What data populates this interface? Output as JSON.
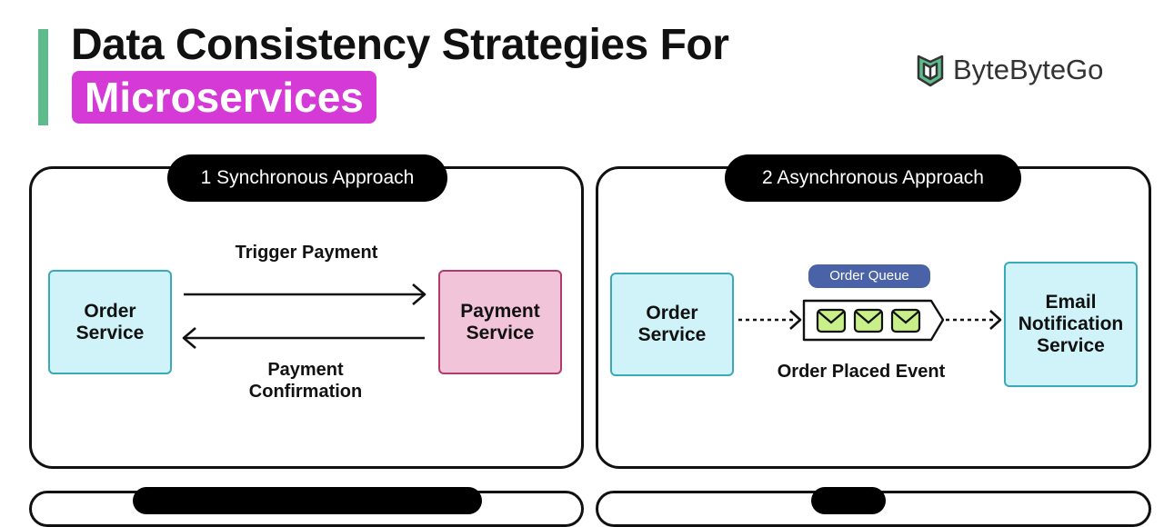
{
  "header": {
    "title_line1": "Data Consistency Strategies For",
    "title_highlight": "Microservices",
    "logo_text": "ByteByteGo"
  },
  "panels": {
    "sync": {
      "title": "1 Synchronous Approach",
      "order_service": [
        "Order",
        "Service"
      ],
      "payment_service": [
        "Payment",
        "Service"
      ],
      "arrow_top_label": "Trigger Payment",
      "arrow_bottom_label": [
        "Payment",
        "Confirmation"
      ]
    },
    "async": {
      "title": "2 Asynchronous Approach",
      "order_service": [
        "Order",
        "Service"
      ],
      "queue_tag": "Order Queue",
      "event_label": "Order Placed Event",
      "email_service": [
        "Email",
        "Notification",
        "Service"
      ]
    }
  },
  "colors": {
    "accent_green": "#5dbb8c",
    "highlight_magenta": "#d63ad6",
    "service_cyan": "#cff3f8",
    "service_cyan_border": "#3aa9b8",
    "payment_pink": "#f2c4d9",
    "payment_pink_border": "#b03c6e",
    "queue_tag_blue": "#4a63a8",
    "envelope_green": "#c9ef8a"
  }
}
